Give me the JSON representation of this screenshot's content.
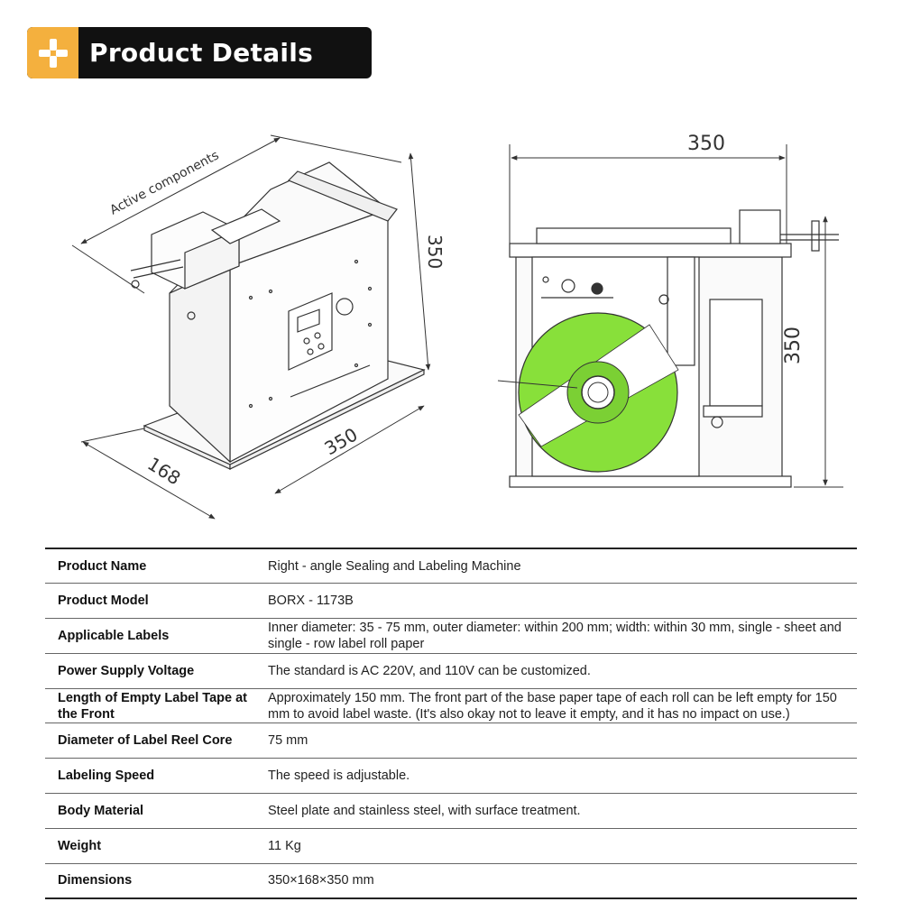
{
  "header": {
    "title": "Product Details",
    "icon": "plus-icon",
    "icon_color": "#f4b03e",
    "background": "#111111"
  },
  "drawing_left": {
    "caption": "Active components",
    "dim_height": "350",
    "dim_length": "350",
    "dim_depth": "168"
  },
  "drawing_right": {
    "dim_width": "350",
    "dim_height": "350",
    "roll_color": "#88e03a"
  },
  "specs": {
    "rows": [
      {
        "label": "Product Name",
        "value": "Right - angle Sealing and Labeling Machine"
      },
      {
        "label": "Product Model",
        "value": "BORX - 1173B"
      },
      {
        "label": "Applicable Labels",
        "value": "Inner diameter: 35 - 75 mm, outer diameter: within 200 mm; width: within 30 mm, single - sheet and single - row label roll paper"
      },
      {
        "label": "Power Supply Voltage",
        "value": "The standard is AC 220V, and 110V can be customized."
      },
      {
        "label": "Length of Empty Label Tape at the Front",
        "value": "Approximately 150 mm. The front part of the base paper tape of each roll can be left empty for 150 mm to avoid label waste. (It's also okay not to leave it empty, and it has no impact on use.)"
      },
      {
        "label": "Diameter of Label Reel Core",
        "value": "75 mm"
      },
      {
        "label": "Labeling Speed",
        "value": "The speed is adjustable."
      },
      {
        "label": "Body Material",
        "value": "Steel plate and stainless steel, with surface treatment."
      },
      {
        "label": "Weight",
        "value": "11 Kg"
      },
      {
        "label": "Dimensions",
        "value": "350×168×350 mm"
      }
    ]
  }
}
